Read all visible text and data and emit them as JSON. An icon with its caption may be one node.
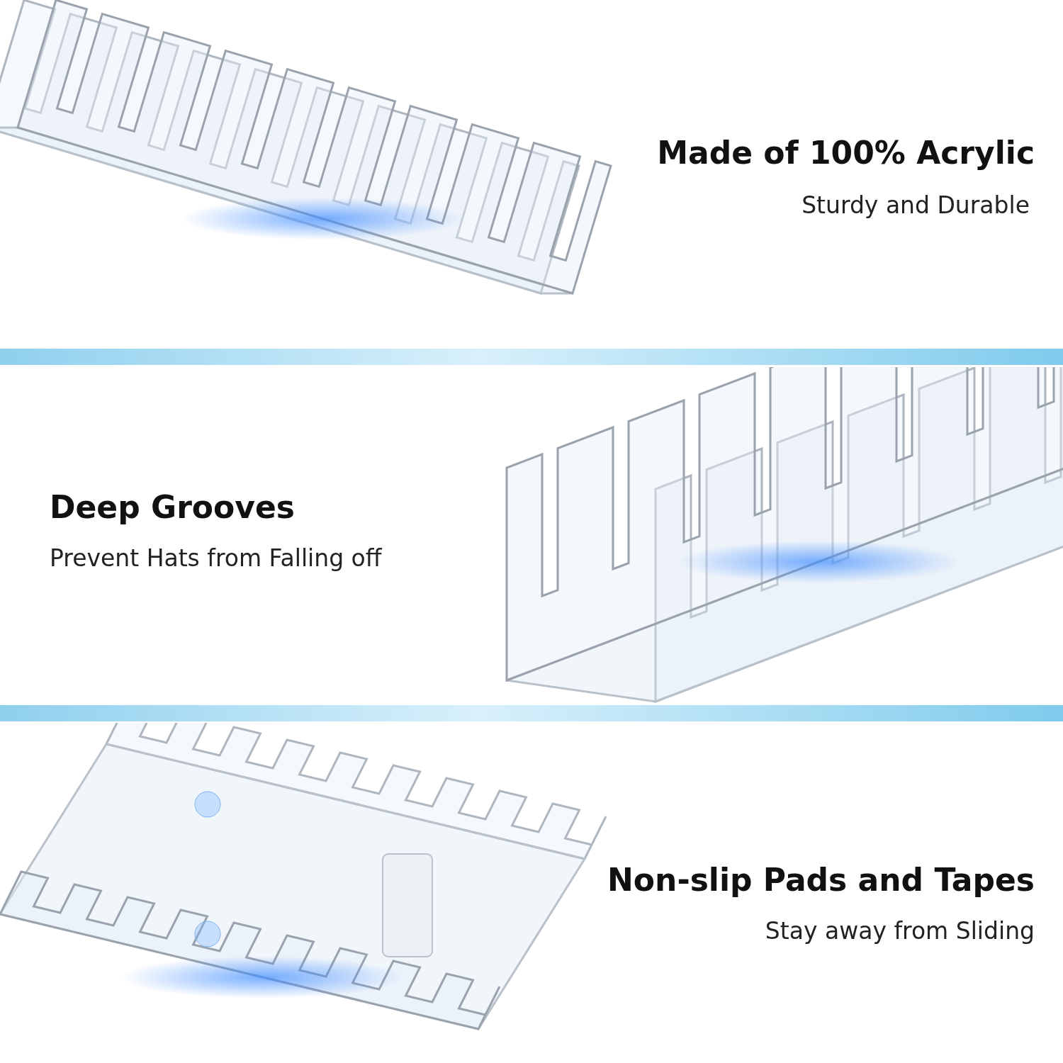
{
  "diagram": {
    "labels": [
      "Made of 100% Acrylic",
      "Sturdy and Durable",
      "Deep Grooves",
      "Prevent Hats from Falling off",
      "Non-slip Pads and Tapes",
      "Stay away from Sliding"
    ]
  }
}
